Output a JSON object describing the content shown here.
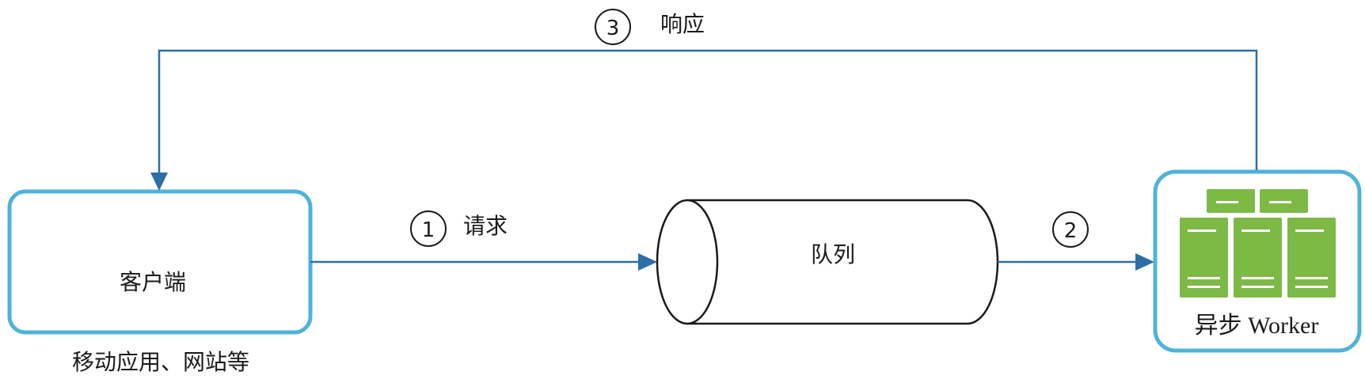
{
  "diagram": {
    "client": {
      "label": "客户端",
      "caption": "移动应用、网站等"
    },
    "queue": {
      "label": "队列"
    },
    "worker": {
      "label": "异步 Worker",
      "icon": "server-rack-icon"
    },
    "steps": [
      {
        "number": "1",
        "label": "请求"
      },
      {
        "number": "2",
        "label": ""
      },
      {
        "number": "3",
        "label": "响应"
      }
    ],
    "colors": {
      "box_border": "#4fb3d9",
      "arrow": "#2e6ea6",
      "server_green": "#7dba45",
      "server_line": "#ffffff",
      "text": "#1a1a1a"
    }
  }
}
